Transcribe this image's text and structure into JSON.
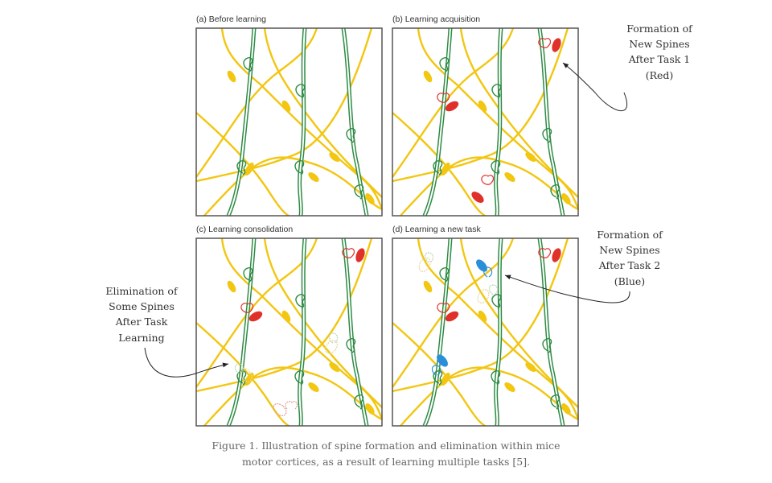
{
  "panels": [
    {
      "id": "a",
      "title": "(a) Before learning"
    },
    {
      "id": "b",
      "title": "(b) Learning acquisition"
    },
    {
      "id": "c",
      "title": "(c) Learning consolidation"
    },
    {
      "id": "d",
      "title": "(d) Learning a new task"
    }
  ],
  "annotations": {
    "task1": [
      "Formation of",
      "New Spines",
      "After Task 1",
      "(Red)"
    ],
    "task2": [
      "Formation of",
      "New Spines",
      "After Task 2",
      "(Blue)"
    ],
    "elimination": [
      "Elimination of",
      "Some Spines",
      "After Task",
      "Learning"
    ]
  },
  "caption": [
    "Figure 1. Illustration of spine formation and elimination within mice",
    "motor cortices, as a result of learning multiple tasks [5]."
  ],
  "colors": {
    "dendrite": "#2e8b45",
    "axon": "#f2c611",
    "task1_spine": "#e0302a",
    "task2_spine": "#2a8fd8",
    "eliminated": "#c9dcc0"
  }
}
